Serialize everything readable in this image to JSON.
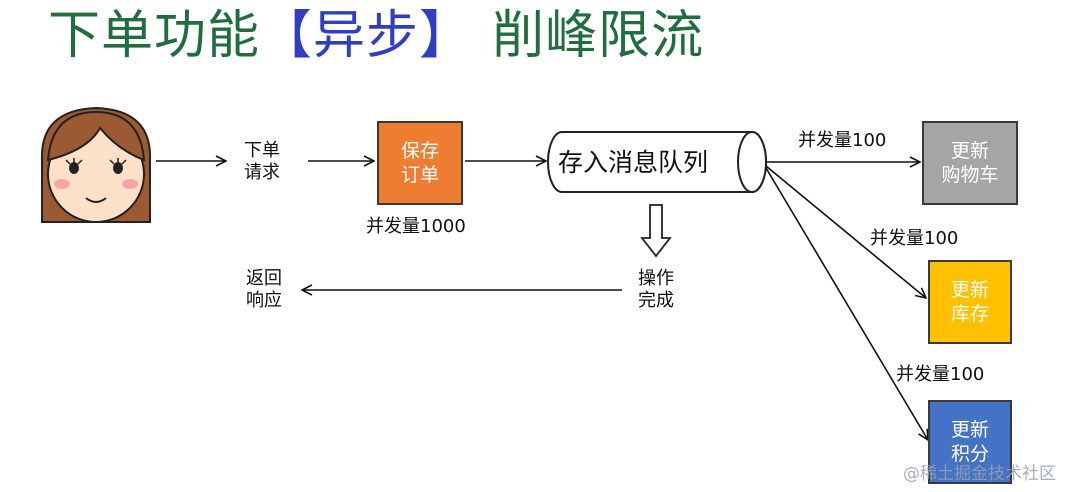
{
  "title": {
    "prefix": "下单功能",
    "bracket_open": "【",
    "accent": "异步",
    "bracket_close": "】",
    "suffix": "削峰限流"
  },
  "labels": {
    "order_request_1": "下单",
    "order_request_2": "请求",
    "return_response_1": "返回",
    "return_response_2": "响应",
    "operation_done_1": "操作",
    "operation_done_2": "完成",
    "concurrency_1000": "并发量1000",
    "concurrency_cart": "并发量100",
    "concurrency_stock": "并发量100",
    "concurrency_points": "并发量100"
  },
  "nodes": {
    "save_order": {
      "line1": "保存",
      "line2": "订单",
      "color": "#ee7d31"
    },
    "queue": {
      "label": "存入消息队列"
    },
    "update_cart": {
      "line1": "更新",
      "line2": "购物车",
      "color": "#a5a5a5"
    },
    "update_stock": {
      "line1": "更新",
      "line2": "库存",
      "color": "#ffc000"
    },
    "update_points": {
      "line1": "更新",
      "line2": "积分",
      "color": "#4472c4"
    }
  },
  "watermark": "@稀土掘金技术社区"
}
